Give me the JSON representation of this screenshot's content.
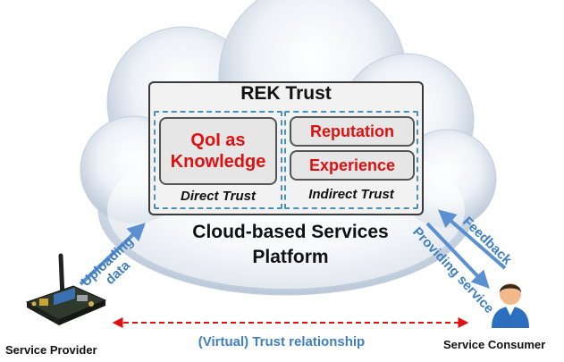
{
  "rek_trust": {
    "title": "REK Trust",
    "knowledge": "QoI as Knowledge",
    "reputation": "Reputation",
    "experience": "Experience",
    "direct_trust": "Direct Trust",
    "indirect_trust": "Indirect Trust"
  },
  "platform": {
    "line1": "Cloud-based Services",
    "line2": "Platform"
  },
  "flows": {
    "uploading_line1": "Uploading",
    "uploading_line2": "data",
    "providing_service": "Providing service",
    "feedback": "Feedback"
  },
  "actors": {
    "service_provider": "Service Provider",
    "service_consumer": "Service Consumer"
  },
  "relationship": "(Virtual) Trust relationship",
  "colors": {
    "accent_red": "#e01010",
    "arrow_blue": "#3f7fc1",
    "dash_blue": "#4a8fb5",
    "relationship_red": "#e01010"
  },
  "icons": {
    "cloud": "cloud-shape",
    "provider": "circuit-board-icon",
    "consumer": "person-icon"
  }
}
